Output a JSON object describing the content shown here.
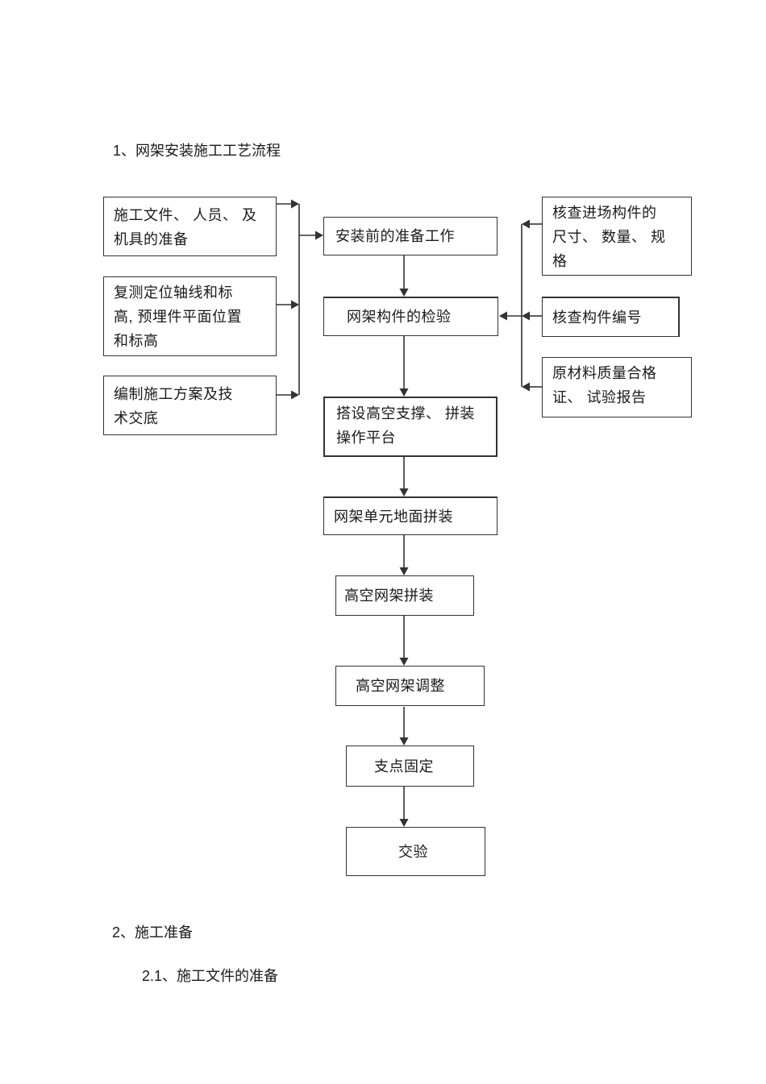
{
  "document": {
    "heading_1": "1、网架安装施工工艺流程",
    "heading_2": "2、施工准备",
    "heading_2_1": "2.1、施工文件的准备"
  },
  "flowchart": {
    "left_column": [
      "施工文件、 人员、 及\n机具的准备",
      "复测定位轴线和标\n高, 预埋件平面位置\n和标高",
      "编制施工方案及技\n术交底"
    ],
    "main_flow": [
      "安装前的准备工作",
      "网架构件的检验",
      "搭设高空支撑、 拼装\n操作平台",
      "网架单元地面拼装",
      "高空网架拼装",
      "高空网架调整",
      "支点固定",
      "交验"
    ],
    "right_column": [
      "核查进场构件的\n尺寸、 数量、 规\n格",
      "核查构件编号",
      "原材料质量合格\n证、 试验报告"
    ]
  },
  "colors": {
    "line": "#333333",
    "text": "#1a1a1a",
    "background": "#ffffff"
  }
}
